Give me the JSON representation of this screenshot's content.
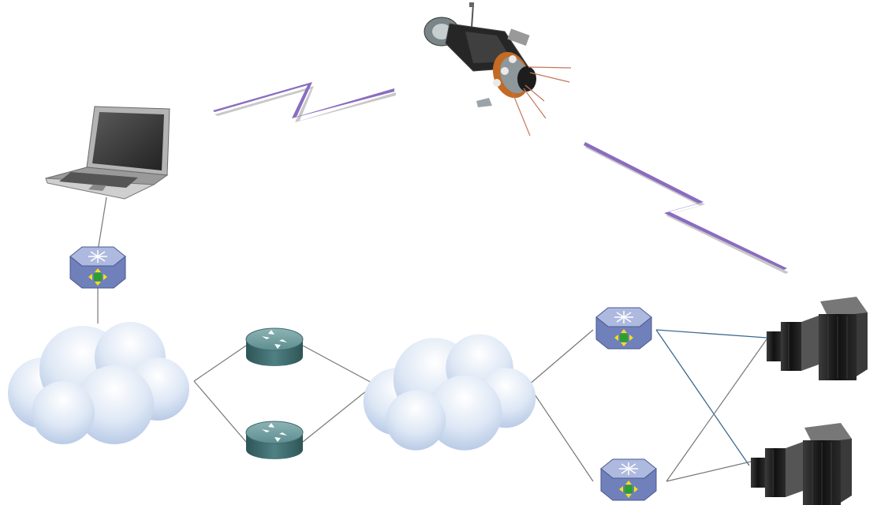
{
  "diagram": {
    "nodes": [
      {
        "id": "laptop",
        "kind": "laptop-icon"
      },
      {
        "id": "satellite",
        "kind": "satellite-icon"
      },
      {
        "id": "switch-laptop",
        "kind": "multilayer-switch-icon"
      },
      {
        "id": "cloud-left",
        "kind": "network-cloud-icon"
      },
      {
        "id": "router-top",
        "kind": "router-icon"
      },
      {
        "id": "router-bottom",
        "kind": "router-icon"
      },
      {
        "id": "cloud-right",
        "kind": "network-cloud-icon"
      },
      {
        "id": "switch-top",
        "kind": "multilayer-switch-icon"
      },
      {
        "id": "switch-bottom",
        "kind": "multilayer-switch-icon"
      },
      {
        "id": "server-rack-top",
        "kind": "server-rack-icon"
      },
      {
        "id": "server-rack-bottom",
        "kind": "server-rack-icon"
      }
    ],
    "wireless_links": [
      {
        "from": "laptop",
        "to": "satellite"
      },
      {
        "from": "satellite",
        "to": "server-rack-top"
      }
    ],
    "wired_links": [
      {
        "from": "laptop",
        "to": "switch-laptop"
      },
      {
        "from": "switch-laptop",
        "to": "cloud-left"
      },
      {
        "from": "cloud-left",
        "to": "router-top"
      },
      {
        "from": "cloud-left",
        "to": "router-bottom"
      },
      {
        "from": "router-top",
        "to": "cloud-right"
      },
      {
        "from": "router-bottom",
        "to": "cloud-right"
      },
      {
        "from": "cloud-right",
        "to": "switch-top"
      },
      {
        "from": "cloud-right",
        "to": "switch-bottom"
      },
      {
        "from": "switch-top",
        "to": "server-rack-top"
      },
      {
        "from": "switch-top",
        "to": "server-rack-bottom"
      },
      {
        "from": "switch-bottom",
        "to": "server-rack-top"
      },
      {
        "from": "switch-bottom",
        "to": "server-rack-bottom"
      }
    ],
    "colors": {
      "wireless_link": "#8a6cc0",
      "wired_link": "#777777",
      "wired_link_blue": "#3f6b8f",
      "cloud_fill": "#c9d9ef",
      "switch_fill": "#7f8fc2",
      "router_fill": "#4f8083",
      "server_fill": "#1d1d1d"
    }
  }
}
